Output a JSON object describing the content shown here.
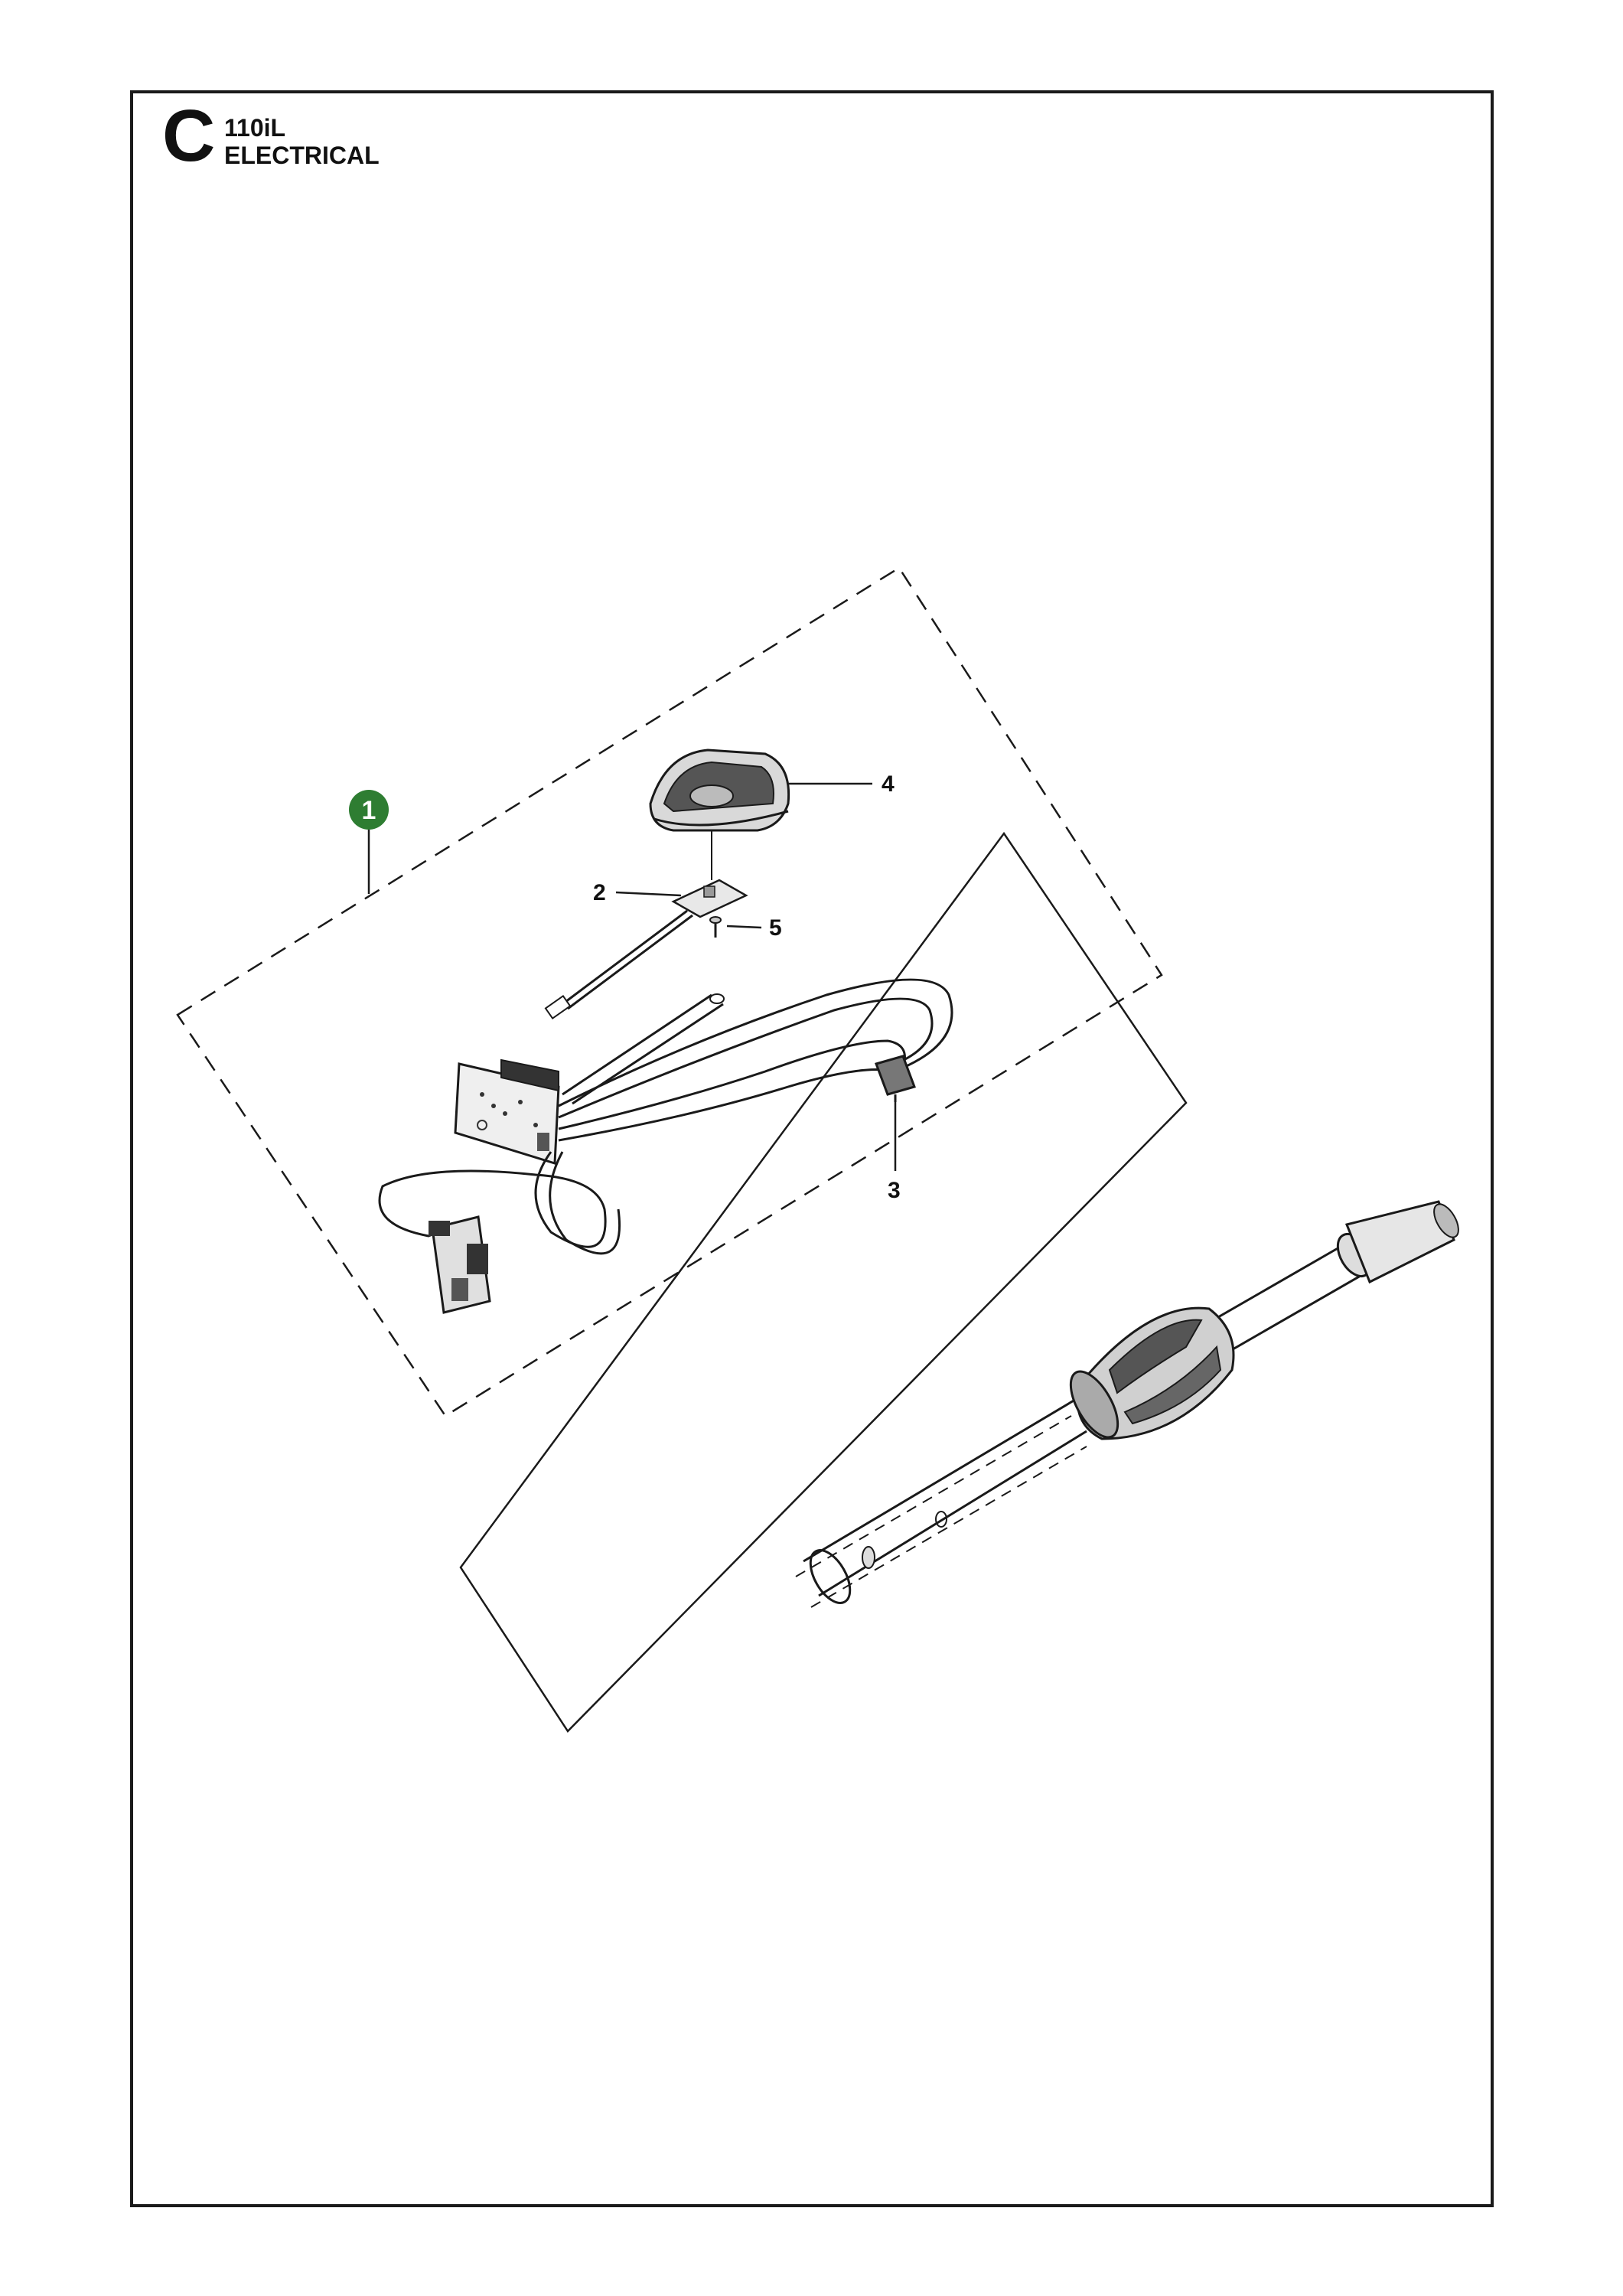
{
  "header": {
    "section_letter": "C",
    "model": "110iL",
    "title": "ELECTRICAL"
  },
  "callouts": {
    "kit": "1",
    "circuit_board": "2",
    "micro_switch": "3",
    "control_panel": "4",
    "screw": "5"
  },
  "colors": {
    "kit_badge": "#2e7d32",
    "line": "#1a1a1a"
  }
}
